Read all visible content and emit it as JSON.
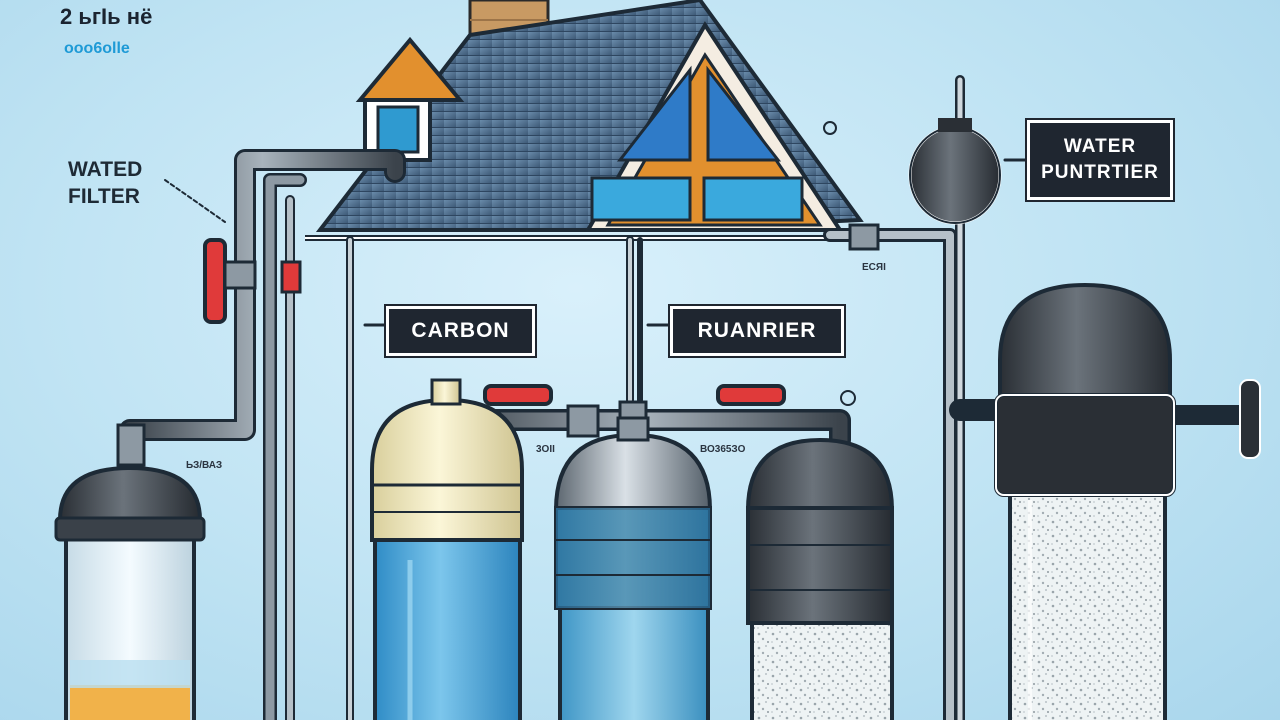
{
  "corner": {
    "line1": "2 ьгІь нё",
    "line2": "ооо6оllе"
  },
  "labels": {
    "wated_filter": "WATED\nFILTER",
    "water_purifier": "WATER\nPUNTRTIER",
    "carbon": "CARBON",
    "purifier": "RUANRIER"
  },
  "small_text": {
    "left_pipe": "ЬЗ/ВАЗ",
    "center_left": "3ОІІ",
    "center_right": "ВО365ЗО",
    "right_pipe": "ЕСЯІ"
  },
  "colors": {
    "background": "#bfe3f3",
    "label_bg": "#1f2630",
    "valve_red": "#e03a3a",
    "water_blue": "#4aa6d8",
    "roof_slate": "#4d6e8e",
    "frame_orange": "#e2902e"
  }
}
